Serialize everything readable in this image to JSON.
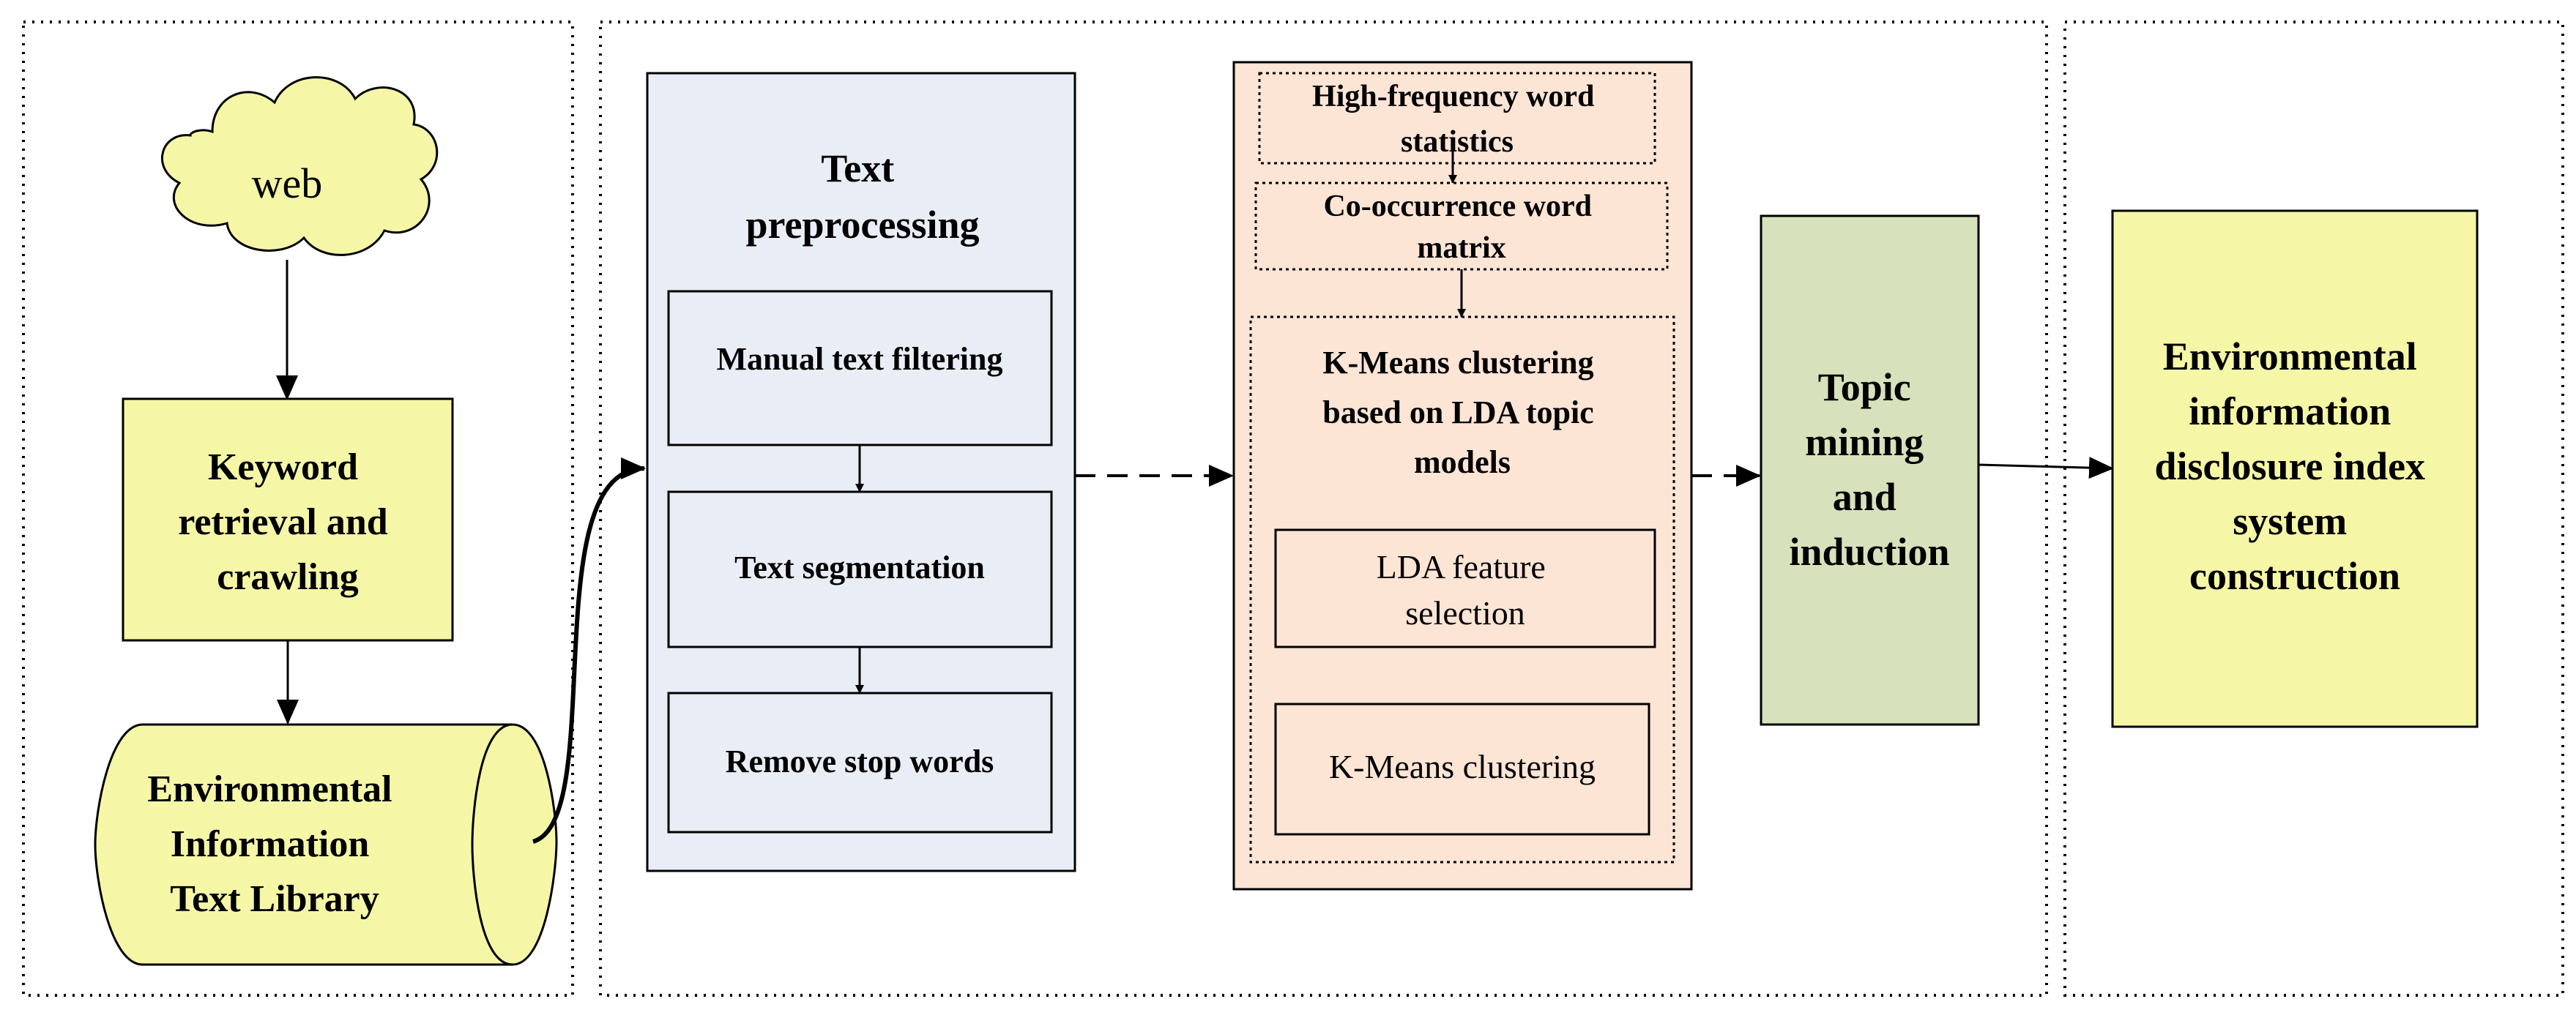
{
  "colors": {
    "yellow_fill": "#f5f7a6",
    "blue_fill": "#e9eef6",
    "salmon_fill": "#fde5d6",
    "green_fill": "#d7e2bc",
    "stroke": "#000000"
  },
  "source": {
    "cloud": "web",
    "retrieval": [
      "Keyword",
      "retrieval and",
      "crawling"
    ],
    "library": [
      "Environmental",
      "Information",
      "Text Library"
    ]
  },
  "preprocessing": {
    "title": [
      "Text",
      "preprocessing"
    ],
    "steps": [
      "Manual text filtering",
      "Text segmentation",
      "Remove stop words"
    ]
  },
  "modeling": {
    "high_freq": [
      "High-frequency word",
      "statistics"
    ],
    "cooccurrence": [
      "Co-occurrence word",
      "matrix"
    ],
    "kmeans_title": [
      "K-Means clustering",
      "based on LDA topic",
      "models"
    ],
    "lda": [
      "LDA feature",
      "selection"
    ],
    "kmeans": "K-Means clustering"
  },
  "topic": [
    "Topic",
    "mining",
    "and",
    "induction"
  ],
  "index": [
    "Environmental",
    "information",
    "disclosure index",
    "system",
    "construction"
  ]
}
